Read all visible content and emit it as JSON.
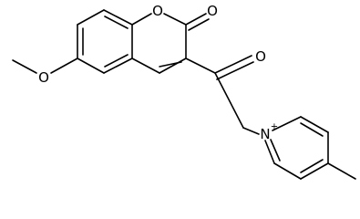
{
  "atoms": {
    "ring_o": "O",
    "carbonyl_o_lactone": "O",
    "ketone_o": "O",
    "methoxy_o": "O",
    "pyridinium_n": "N",
    "pyridinium_charge": "+"
  }
}
